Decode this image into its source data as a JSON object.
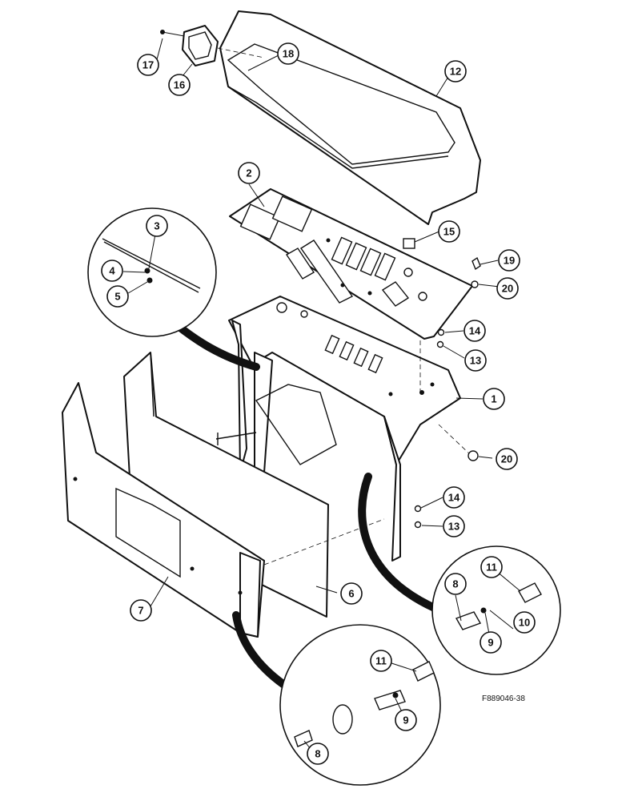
{
  "figure_ref": "F889046-38",
  "callouts": [
    "1",
    "2",
    "3",
    "4",
    "5",
    "6",
    "7",
    "8",
    "8",
    "9",
    "9",
    "10",
    "11",
    "11",
    "12",
    "13",
    "13",
    "14",
    "14",
    "15",
    "16",
    "17",
    "18",
    "19",
    "20",
    "20"
  ]
}
